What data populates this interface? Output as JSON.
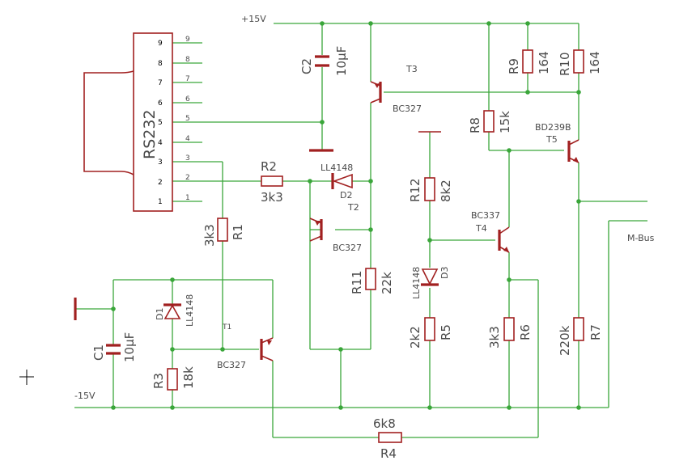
{
  "nets": {
    "vplus": "+15V",
    "vminus": "-15V",
    "mbus": "M-Bus"
  },
  "connector": {
    "name": "RS232",
    "pins": [
      "1",
      "2",
      "3",
      "4",
      "5",
      "6",
      "7",
      "8",
      "9"
    ]
  },
  "components": {
    "c1": {
      "ref": "C1",
      "value": "10µF"
    },
    "c2": {
      "ref": "C2",
      "value": "10µF"
    },
    "r1": {
      "ref": "R1",
      "value": "3k3"
    },
    "r2": {
      "ref": "R2",
      "value": "3k3"
    },
    "r3": {
      "ref": "R3",
      "value": "18k"
    },
    "r4": {
      "ref": "R4",
      "value": "6k8"
    },
    "r5": {
      "ref": "R5",
      "value": "2k2"
    },
    "r6": {
      "ref": "R6",
      "value": "3k3"
    },
    "r7": {
      "ref": "R7",
      "value": "220k"
    },
    "r8": {
      "ref": "R8",
      "value": "15k"
    },
    "r9": {
      "ref": "R9",
      "value": "164"
    },
    "r10": {
      "ref": "R10",
      "value": "164"
    },
    "r11": {
      "ref": "R11",
      "value": "22k"
    },
    "r12": {
      "ref": "R12",
      "value": "8k2"
    },
    "d1": {
      "ref": "D1",
      "value": "LL4148"
    },
    "d2": {
      "ref": "D2",
      "value": "LL4148"
    },
    "d3": {
      "ref": "D3",
      "value": "LL4148"
    },
    "t1": {
      "ref": "T1",
      "value": "BC327"
    },
    "t2": {
      "ref": "T2",
      "value": "BC327"
    },
    "t3": {
      "ref": "T3",
      "value": "BC327"
    },
    "t4": {
      "ref": "T4",
      "value": "BC337"
    },
    "t5": {
      "ref": "T5",
      "value": "BD239B"
    }
  }
}
